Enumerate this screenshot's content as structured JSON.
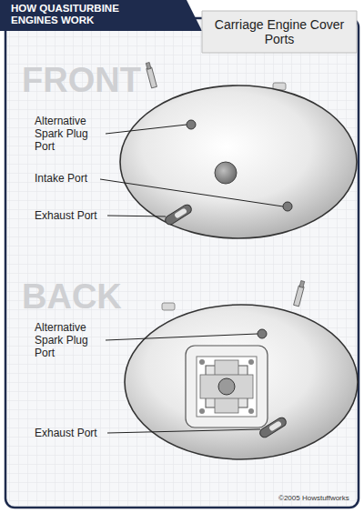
{
  "diagram": {
    "title": "HOW QUASITURBINE ENGINES WORK",
    "labels": [
      "Carriage Engine Cover Ports",
      "FRONT",
      "Alternative Spark Plug Port",
      "Intake Port",
      "Exhaust Port",
      "BACK",
      "Alternative Spark Plug Port",
      "Exhaust Port",
      "©2005 Howstuffworks"
    ]
  }
}
